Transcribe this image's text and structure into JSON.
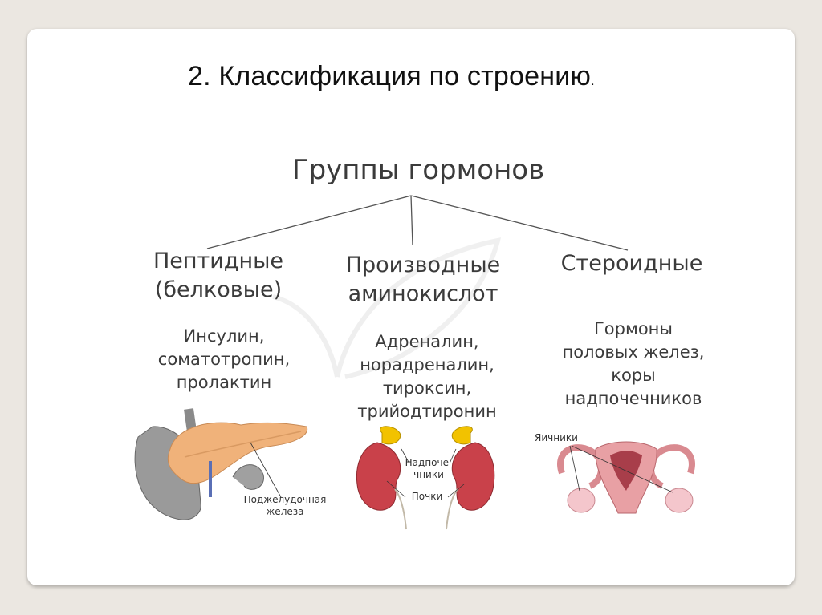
{
  "slide": {
    "title": "2. Классификация по строению",
    "title_dot": "."
  },
  "diagram": {
    "root": "Группы гормонов",
    "groups": [
      {
        "label_lines": [
          "Пептидные",
          "(белковые)"
        ],
        "examples": [
          "Инсулин,",
          "соматотропин,",
          "пролактин"
        ],
        "image_labels": [
          "Поджелудочная",
          "железа"
        ]
      },
      {
        "label_lines": [
          "Производные",
          "аминокислот"
        ],
        "examples": [
          "Адреналин,",
          "норадреналин,",
          "тироксин,",
          "трийодтиронин"
        ],
        "image_labels": [
          "Надпоче-",
          "чники",
          "Почки"
        ]
      },
      {
        "label_lines": [
          "Стероидные"
        ],
        "examples": [
          "Гормоны",
          "половых желез,",
          "коры",
          "надпочечников"
        ],
        "image_labels": [
          "Яичники"
        ]
      }
    ]
  },
  "icons": [
    "pancreas-illustration",
    "kidneys-illustration",
    "uterus-illustration",
    "leaf-watermark-icon"
  ],
  "colors": {
    "background": "#ebe7e1",
    "slide": "#ffffff",
    "text": "#3b3b3b",
    "kidney": "#c9414a",
    "adrenal": "#f2c200",
    "pancreas": "#f0b27a",
    "uterus": "#e8a0a4"
  }
}
